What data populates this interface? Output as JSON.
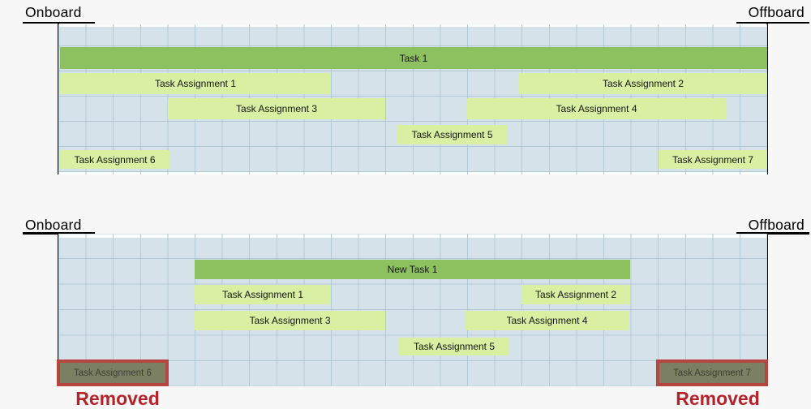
{
  "page_background": "#f7f7f7",
  "colors": {
    "chart_background": "#fbfcfc",
    "timeline_fill": "#d5e2e9",
    "grid_line": "#b3c9d6",
    "task_bar_green": "#8dc05f",
    "assignment_bar_green": "#d9f0a2",
    "removed_bar_fill": "#7b8062",
    "removed_bar_border": "#b7453f",
    "removed_label_color": "#b5232a",
    "axis_color": "#000000"
  },
  "charts": [
    {
      "id": "before",
      "onboard_label": "Onboard",
      "offboard_label": "Offboard",
      "bars": {
        "task1": "Task 1",
        "assignment1": "Task Assignment 1",
        "assignment2": "Task Assignment 2",
        "assignment3": "Task Assignment 3",
        "assignment4": "Task Assignment 4",
        "assignment5": "Task Assignment 5",
        "assignment6": "Task Assignment 6",
        "assignment7": "Task Assignment 7"
      }
    },
    {
      "id": "after",
      "onboard_label": "Onboard",
      "offboard_label": "Offboard",
      "bars": {
        "task1": "New Task 1",
        "assignment1": "Task Assignment 1",
        "assignment2": "Task Assignment 2",
        "assignment3": "Task Assignment 3",
        "assignment4": "Task Assignment 4",
        "assignment5": "Task Assignment 5",
        "assignment6": "Task Assignment 6",
        "assignment7": "Task Assignment 7"
      },
      "removed_left_label": "Removed",
      "removed_right_label": "Removed"
    }
  ]
}
